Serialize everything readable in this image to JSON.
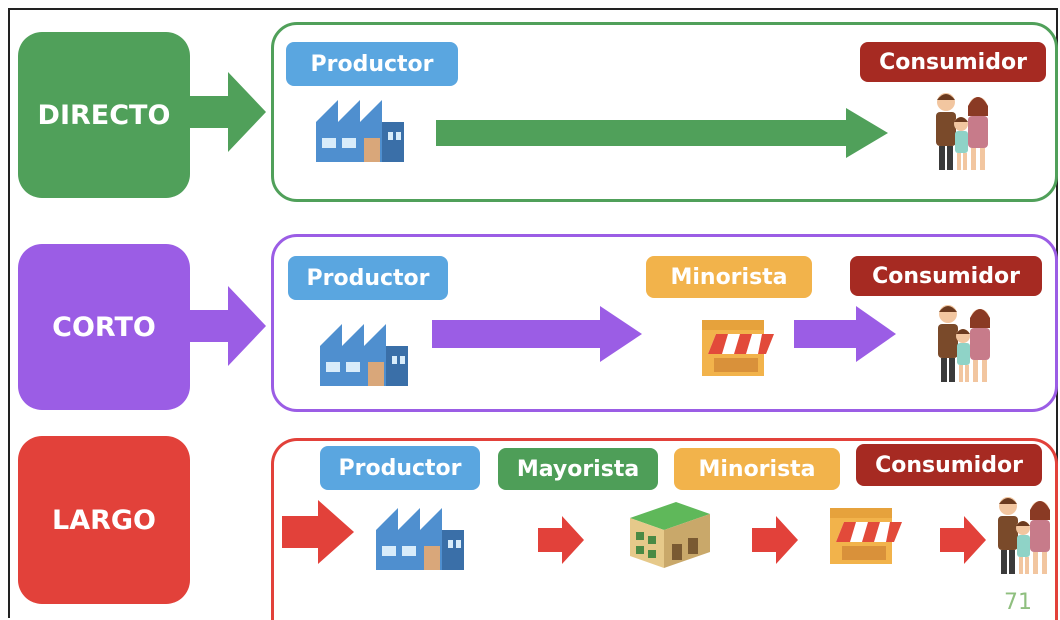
{
  "colors": {
    "directo": "#50a05a",
    "corto": "#9b5de5",
    "largo": "#e2413a",
    "productor": "#5aa6e0",
    "minorista": "#f2b34b",
    "mayorista": "#4e9e58",
    "consumidor": "#a62a22"
  },
  "rows": [
    {
      "type_label": "DIRECTO",
      "nodes": [
        {
          "label": "Productor",
          "icon": "factory-icon"
        },
        {
          "label": "Consumidor",
          "icon": "family-icon"
        }
      ]
    },
    {
      "type_label": "CORTO",
      "nodes": [
        {
          "label": "Productor",
          "icon": "factory-icon"
        },
        {
          "label": "Minorista",
          "icon": "shop-icon"
        },
        {
          "label": "Consumidor",
          "icon": "family-icon"
        }
      ]
    },
    {
      "type_label": "LARGO",
      "nodes": [
        {
          "label": "Productor",
          "icon": "factory-icon"
        },
        {
          "label": "Mayorista",
          "icon": "warehouse-icon"
        },
        {
          "label": "Minorista",
          "icon": "shop-icon"
        },
        {
          "label": "Consumidor",
          "icon": "family-icon"
        }
      ]
    }
  ],
  "page_number": "71"
}
